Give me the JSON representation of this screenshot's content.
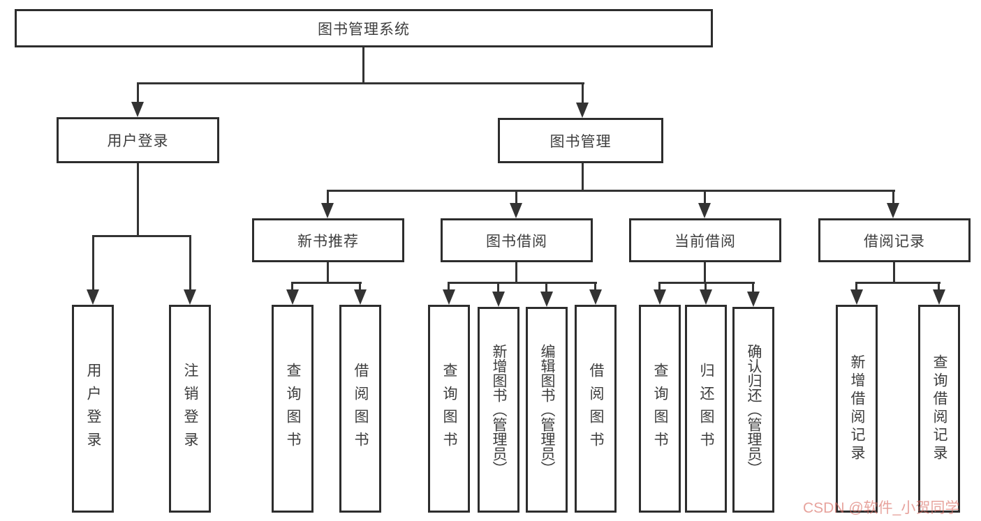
{
  "diagram": {
    "title": "图书管理系统",
    "type": "tree-diagram",
    "colors": {
      "line": "#333333",
      "box_border": "#2d2d2d",
      "text": "#3d3d3d",
      "background": "#ffffff",
      "watermark": "#d96a61"
    },
    "nodes": {
      "root": "图书管理系统",
      "user_login_group": "用户登录",
      "book_mgmt": "图书管理",
      "new_book_rec": "新书推荐",
      "book_borrow": "图书借阅",
      "current_borrow": "当前借阅",
      "borrow_records": "借阅记录",
      "user_login": "用户登录",
      "logout": "注销登录",
      "nb_query": "查询图书",
      "nb_borrow": "借阅图书",
      "bb_query": "查询图书",
      "bb_add": "新增图书（管理员）",
      "bb_edit": "编辑图书（管理员）",
      "bb_borrow": "借阅图书",
      "cb_query": "查询图书",
      "cb_return": "归还图书",
      "cb_confirm": "确认归还（管理员）",
      "br_add": "新增借阅记录",
      "br_query": "查询借阅记录"
    },
    "hierarchy": {
      "图书管理系统": {
        "用户登录": [
          "用户登录",
          "注销登录"
        ],
        "图书管理": {
          "新书推荐": [
            "查询图书",
            "借阅图书"
          ],
          "图书借阅": [
            "查询图书",
            "新增图书（管理员）",
            "编辑图书（管理员）",
            "借阅图书"
          ],
          "当前借阅": [
            "查询图书",
            "归还图书",
            "确认归还（管理员）"
          ],
          "借阅记录": [
            "新增借阅记录",
            "查询借阅记录"
          ]
        }
      }
    },
    "watermark": {
      "text": "CSDN @软件_小贺同学"
    }
  }
}
